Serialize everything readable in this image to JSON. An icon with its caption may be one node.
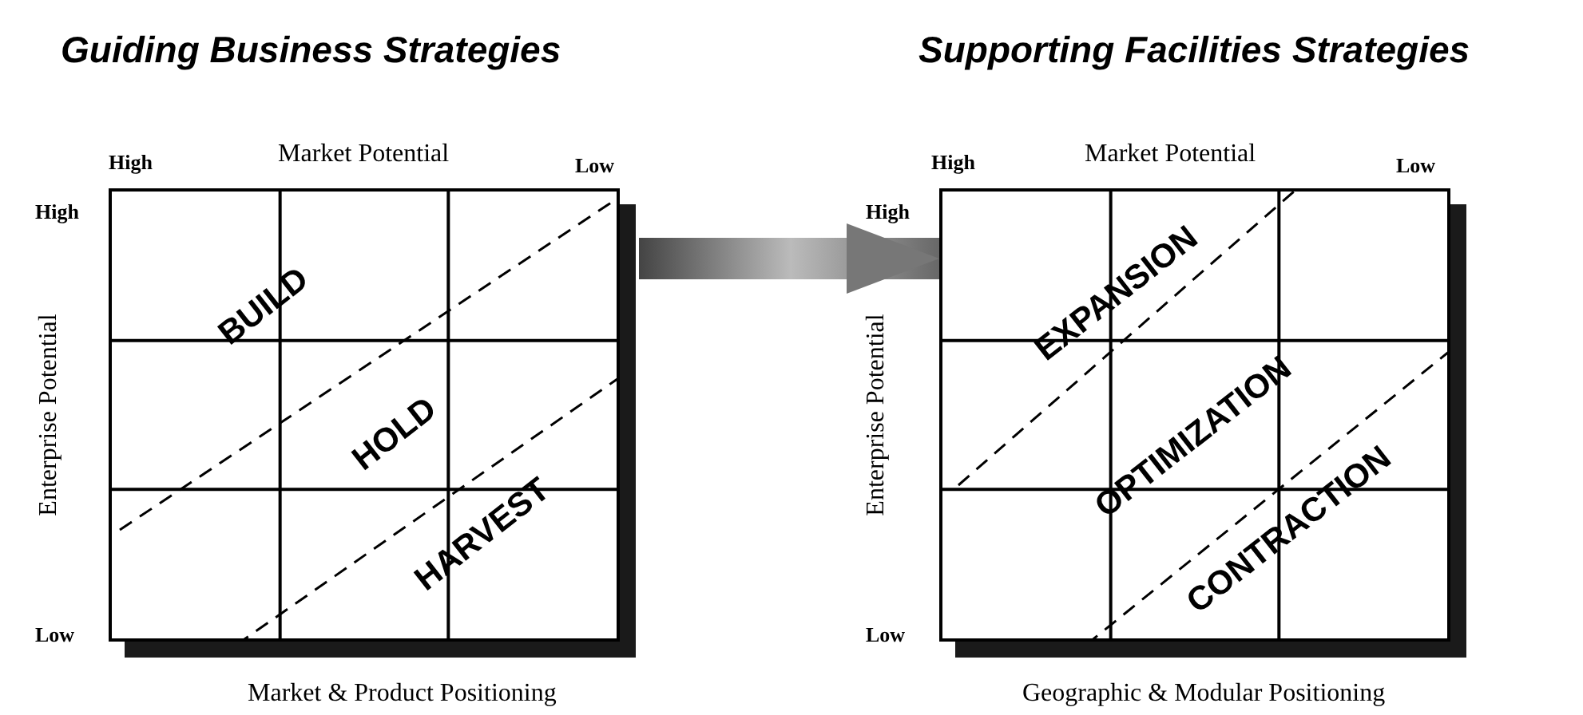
{
  "diagram": {
    "nodes": [
      {
        "text": [
          "BUILD",
          "HOLD",
          "HARVEST"
        ]
      },
      {
        "text": [
          "EXPANSION",
          "OPTIMIZATION",
          "CONTRACTION"
        ]
      }
    ],
    "edges": [
      {
        "from": 0,
        "to": 1,
        "arrow": "to",
        "style": "thick"
      }
    ],
    "labels": [
      "Guiding Business Strategies",
      "Supporting Facilities Strategies",
      "High",
      "Market Potential",
      "Low",
      "High",
      "Enterprise Potential",
      "Low",
      "Market & Product Positioning",
      "High",
      "Market Potential",
      "Low",
      "High",
      "Enterprise Potential",
      "Low",
      "Geographic & Modular Positioning"
    ]
  }
}
